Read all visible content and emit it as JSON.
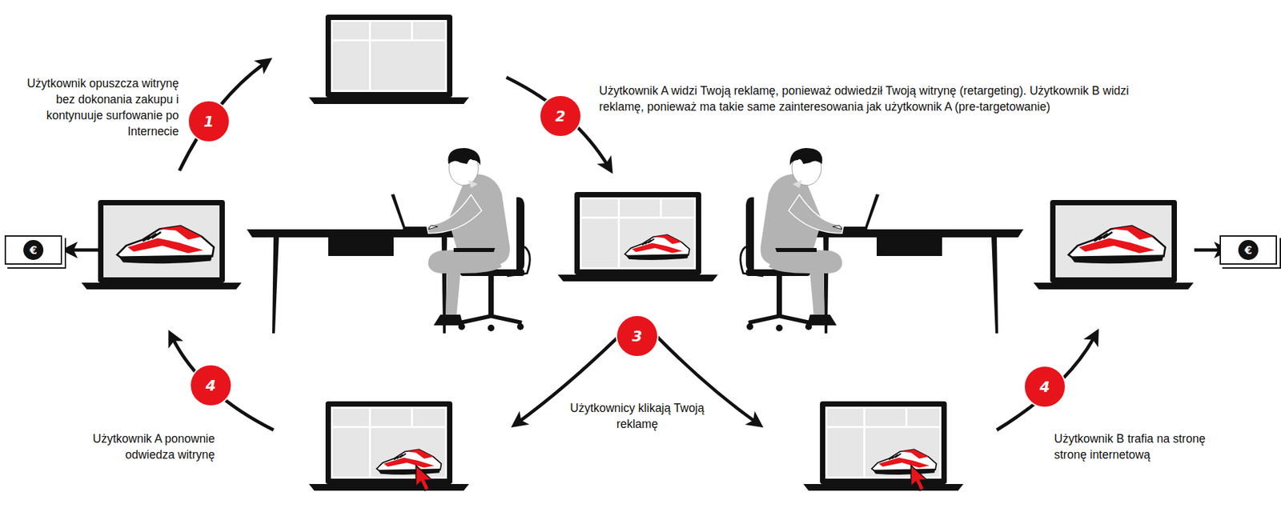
{
  "diagram": {
    "nodes": [
      {
        "text": [
          "€"
        ]
      },
      {
        "text": [
          "1"
        ]
      },
      {
        "text": [
          "2"
        ]
      },
      {
        "text": [
          "3"
        ]
      },
      {
        "text": [
          "4"
        ]
      },
      {
        "text": [
          "4"
        ]
      },
      {
        "text": [
          "€"
        ]
      }
    ],
    "labels": [
      "Użytkownik opuszcza witrynę bez dokonania zakupu i kontynuuje surfowanie po Internecie",
      "Użytkownik A widzi Twoją reklamę, ponieważ odwiedził Twoją witrynę (retargeting). Użytkownik B widzi reklamę, ponieważ ma takie same zainteresowania jak użytkownik A (pre-targetowanie)",
      "Użytkownicy klikają Twoją reklamę",
      "Użytkownik A ponownie odwiedza witrynę",
      "Użytkownik B trafia na stronę stronę internetową"
    ]
  }
}
